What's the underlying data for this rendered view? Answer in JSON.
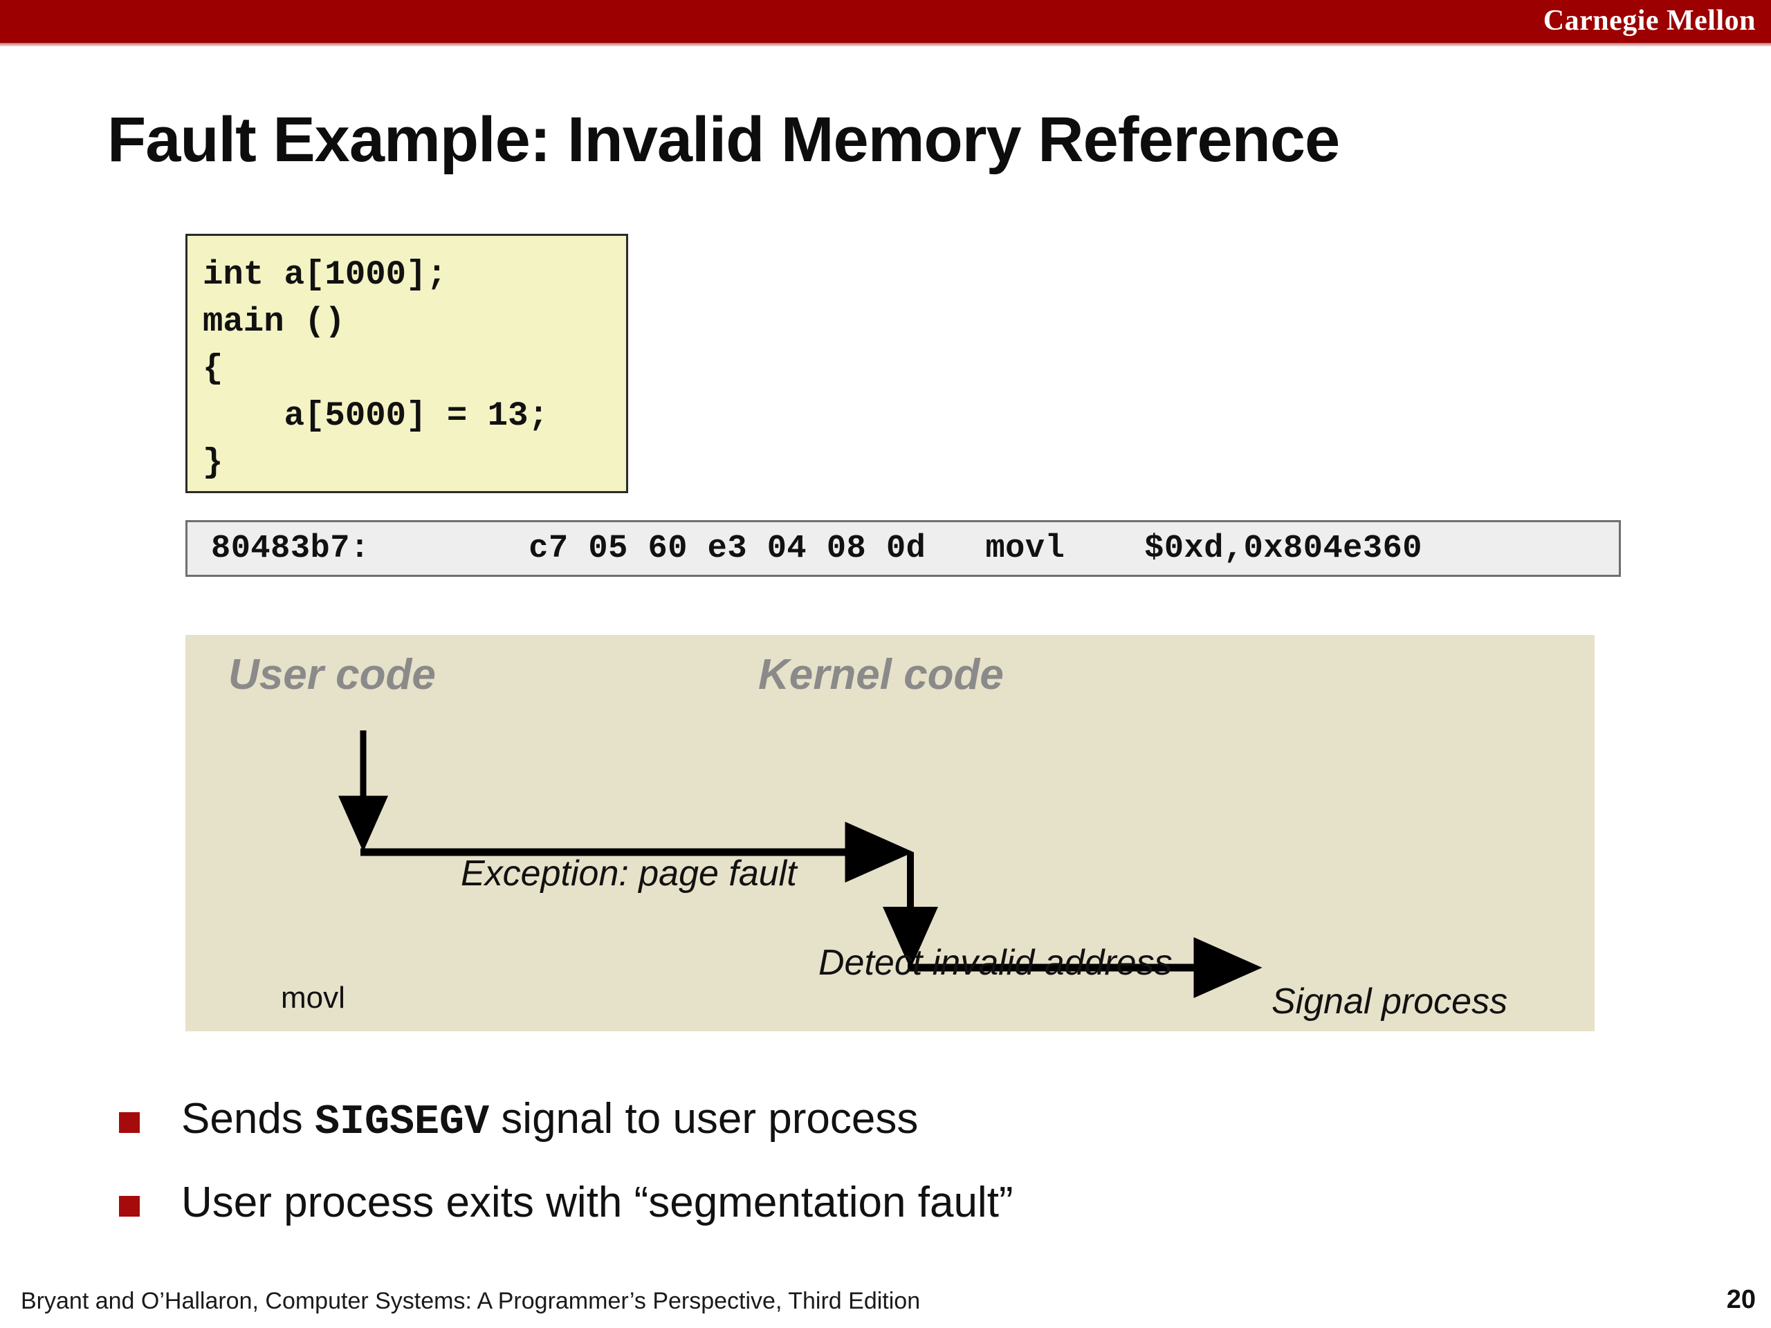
{
  "header": {
    "brand": "Carnegie Mellon",
    "band_color": "#9c0000"
  },
  "title": "Fault Example: Invalid Memory Reference",
  "code_box": {
    "background_color": "#f4f3c4",
    "lines": [
      "int a[1000];",
      "main ()",
      "{",
      "    a[5000] = 13;",
      "}"
    ]
  },
  "asm_box": {
    "background_color": "#eeeeee",
    "text": "80483b7:        c7 05 60 e3 04 08 0d   movl    $0xd,0x804e360"
  },
  "diagram": {
    "background_color": "#e6e1c9",
    "lane_user": "User code",
    "lane_kernel": "Kernel code",
    "label_movl": "movl",
    "note_exception": "Exception: page fault",
    "note_detect": "Detect invalid address",
    "note_signal": "Signal process"
  },
  "bullets": {
    "marker_color": "#a60b0b",
    "items": [
      {
        "before": "Sends ",
        "mono": "SIGSEGV",
        "after": " signal to user process"
      },
      {
        "before": "User process exits with “segmentation fault”",
        "mono": "",
        "after": ""
      }
    ]
  },
  "footer": {
    "citation": "Bryant and O’Hallaron, Computer Systems: A Programmer’s Perspective, Third Edition",
    "page_number": "20"
  }
}
